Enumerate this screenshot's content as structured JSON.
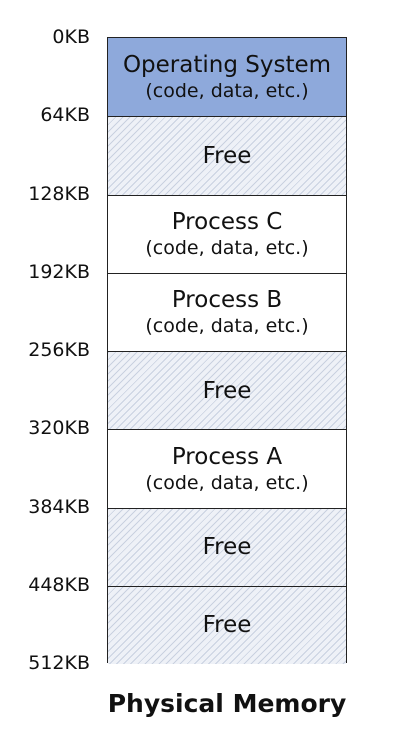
{
  "address_labels": [
    "0KB",
    "64KB",
    "128KB",
    "192KB",
    "256KB",
    "320KB",
    "384KB",
    "448KB",
    "512KB"
  ],
  "segments": [
    {
      "kind": "os",
      "title": "Operating System",
      "subtitle": "(code, data, etc.)"
    },
    {
      "kind": "free",
      "title": "Free",
      "subtitle": ""
    },
    {
      "kind": "proc",
      "title": "Process C",
      "subtitle": "(code, data, etc.)"
    },
    {
      "kind": "proc",
      "title": "Process B",
      "subtitle": "(code, data, etc.)"
    },
    {
      "kind": "free",
      "title": "Free",
      "subtitle": ""
    },
    {
      "kind": "proc",
      "title": "Process A",
      "subtitle": "(code, data, etc.)"
    },
    {
      "kind": "free",
      "title": "Free",
      "subtitle": ""
    },
    {
      "kind": "free",
      "title": "Free",
      "subtitle": ""
    }
  ],
  "caption": "Physical Memory",
  "colors": {
    "os_fill": "#8ea9db",
    "free_fill": "#eef1f7",
    "free_hatch": "#c9d1e0",
    "process_fill": "#ffffff",
    "border": "#222222"
  }
}
